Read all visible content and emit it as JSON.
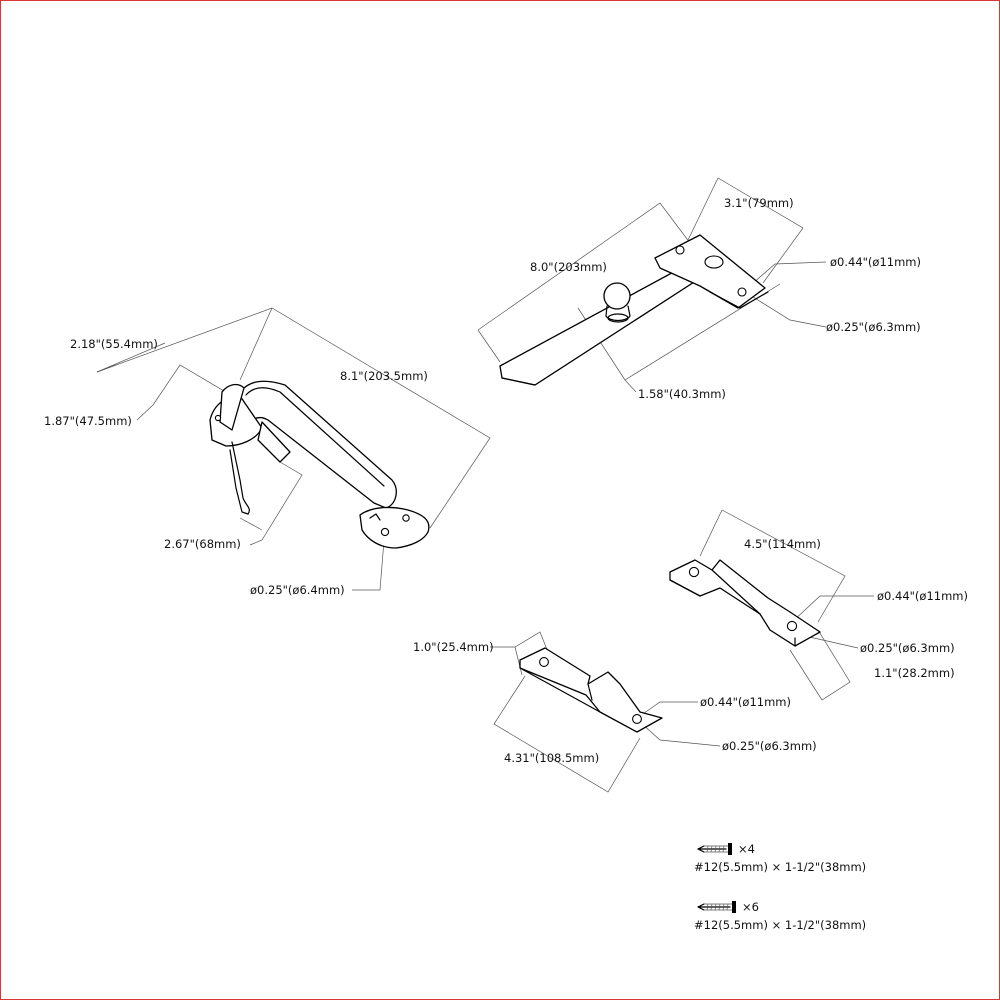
{
  "frame_color": "#d93838",
  "line_color": "#000000",
  "handle": {
    "dim_width": "2.18\"(55.4mm)",
    "dim_depth": "1.87\"(47.5mm)",
    "dim_length": "8.1\"(203.5mm)",
    "dim_height": "2.67\"(68mm)",
    "dim_hole": "ø0.25\"(ø6.4mm)"
  },
  "stay_arm": {
    "dim_length": "8.0\"(203mm)",
    "dim_bracket": "3.1\"(79mm)",
    "dim_hole_large": "ø0.44\"(ø11mm)",
    "dim_hole_small": "ø0.25\"(ø6.3mm)",
    "dim_pin": "1.58\"(40.3mm)"
  },
  "bracket_right": {
    "dim_length": "4.5\"(114mm)",
    "dim_hole_large": "ø0.44\"(ø11mm)",
    "dim_hole_small": "ø0.25\"(ø6.3mm)",
    "dim_height": "1.1\"(28.2mm)"
  },
  "bracket_lower": {
    "dim_width": "1.0\"(25.4mm)",
    "dim_hole_large": "ø0.44\"(ø11mm)",
    "dim_hole_small": "ø0.25\"(ø6.3mm)",
    "dim_length": "4.31\"(108.5mm)"
  },
  "screws": [
    {
      "icon": "screw-short-icon",
      "qty": "×4",
      "spec": "#12(5.5mm) × 1-1/2\"(38mm)"
    },
    {
      "icon": "screw-long-icon",
      "qty": "×6",
      "spec": "#12(5.5mm) × 1-1/2\"(38mm)"
    }
  ]
}
